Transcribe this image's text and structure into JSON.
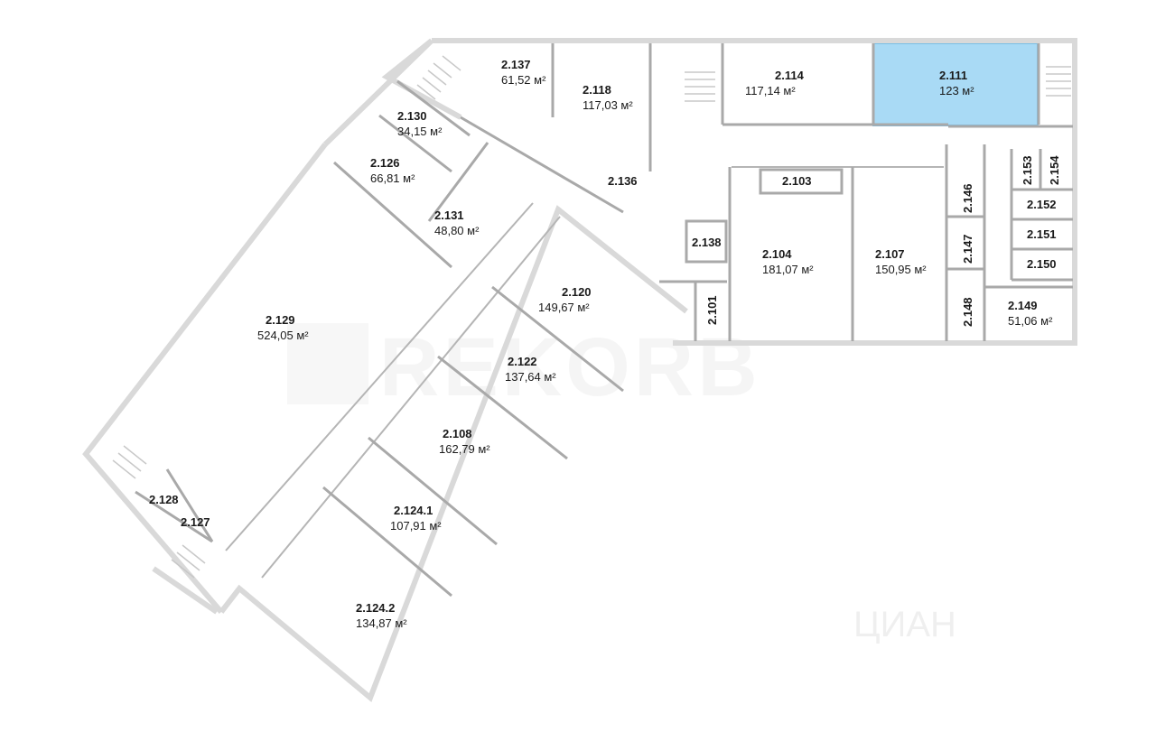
{
  "colors": {
    "selected_fill": "#a9daf5",
    "selected_stroke": "#79bfe6",
    "wall": "#d9d9d9",
    "inner_wall": "#a9a9a9",
    "text": "#1a1a1a"
  },
  "selected_room": "2.111",
  "watermark": {
    "brand": "REKORB",
    "site": "ЦИАН"
  },
  "rooms": [
    {
      "id": "2.137",
      "area": "61,52 м²"
    },
    {
      "id": "2.118",
      "area": "117,03 м²"
    },
    {
      "id": "2.114",
      "area": "117,14 м²"
    },
    {
      "id": "2.111",
      "area": "123 м²"
    },
    {
      "id": "2.130",
      "area": "34,15 м²"
    },
    {
      "id": "2.126",
      "area": "66,81 м²"
    },
    {
      "id": "2.136",
      "area": ""
    },
    {
      "id": "2.103",
      "area": ""
    },
    {
      "id": "2.131",
      "area": "48,80 м²"
    },
    {
      "id": "2.138",
      "area": ""
    },
    {
      "id": "2.104",
      "area": "181,07 м²"
    },
    {
      "id": "2.107",
      "area": "150,95 м²"
    },
    {
      "id": "2.120",
      "area": "149,67 м²"
    },
    {
      "id": "2.129",
      "area": "524,05 м²"
    },
    {
      "id": "2.122",
      "area": "137,64 м²"
    },
    {
      "id": "2.108",
      "area": "162,79 м²"
    },
    {
      "id": "2.124.1",
      "area": "107,91 м²"
    },
    {
      "id": "2.124.2",
      "area": "134,87 м²"
    },
    {
      "id": "2.128",
      "area": ""
    },
    {
      "id": "2.127",
      "area": ""
    },
    {
      "id": "2.149",
      "area": "51,06 м²"
    },
    {
      "id": "2.152",
      "area": ""
    },
    {
      "id": "2.151",
      "area": ""
    },
    {
      "id": "2.150",
      "area": ""
    }
  ],
  "vertical_rooms": [
    {
      "id": "2.153"
    },
    {
      "id": "2.154"
    },
    {
      "id": "2.146"
    },
    {
      "id": "2.147"
    },
    {
      "id": "2.148"
    },
    {
      "id": "2.101"
    }
  ]
}
